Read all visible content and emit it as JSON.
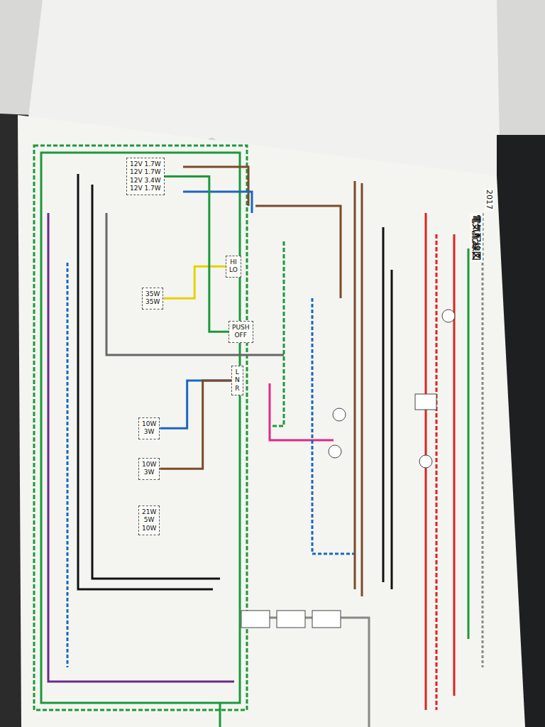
{
  "diagram": {
    "title": "電気配線図",
    "nodes": [
      {
        "text": [
          "35W",
          "35W"
        ]
      },
      {
        "text": [
          "HI",
          "LO"
        ]
      },
      {
        "text": [
          "PUSH",
          "OFF"
        ]
      },
      {
        "text": [
          "L",
          "N",
          "R"
        ]
      },
      {
        "text": [
          "10W",
          "3W"
        ]
      },
      {
        "text": [
          "10W",
          "3W"
        ]
      },
      {
        "text": [
          "21W",
          "5W",
          "10W"
        ]
      },
      {
        "text": [
          "12V 1.7W",
          "12V 1.7W",
          "12V 3.4W",
          "12V 1.7W"
        ]
      }
    ],
    "edges": [
      {
        "from": 1,
        "to": 0,
        "arrow": "none"
      },
      {
        "from": 3,
        "to": 4,
        "arrow": "none"
      },
      {
        "from": 3,
        "to": 5,
        "arrow": "none"
      },
      {
        "from": 2,
        "to": 7,
        "arrow": "none"
      }
    ],
    "labels": [
      "2017"
    ]
  }
}
